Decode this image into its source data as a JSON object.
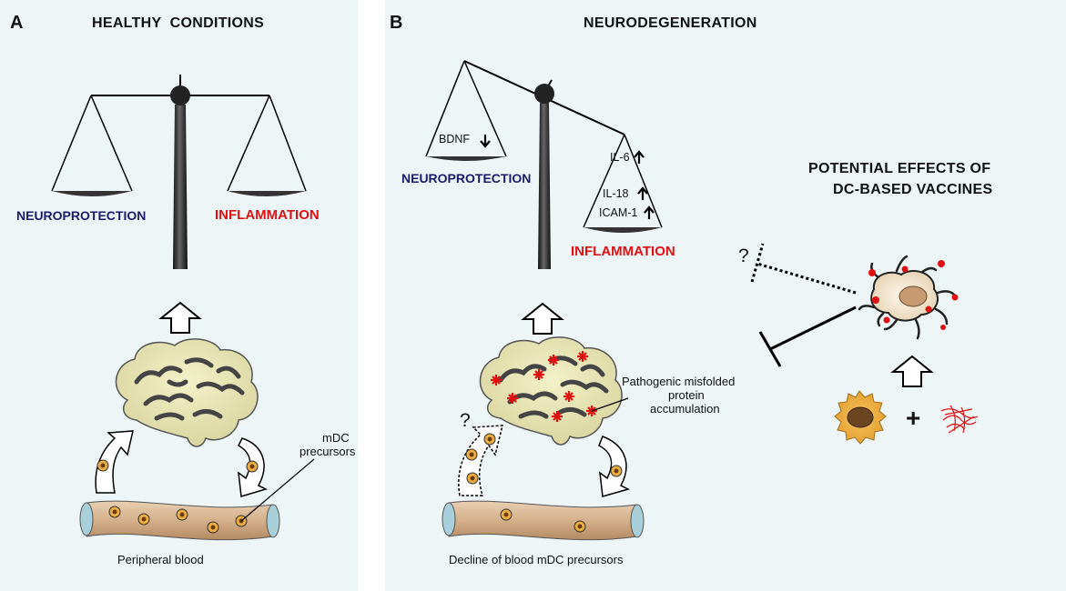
{
  "panel_a": {
    "letter": "A",
    "title": "HEALTHY  CONDITIONS",
    "neuroprotection": "NEUROPROTECTION",
    "inflammation": "INFLAMMATION",
    "mdc_label_line1": "mDC",
    "mdc_label_line2": "precursors",
    "blood_label": "Peripheral blood"
  },
  "panel_b": {
    "letter": "B",
    "title": "NEURODEGENERATION",
    "bdnf": "BDNF",
    "neuroprotection": "NEUROPROTECTION",
    "inflammation": "INFLAMMATION",
    "cytokines": [
      "IL-6",
      "IL-18",
      "ICAM-1"
    ],
    "question_mark": "?",
    "misfolded_line1": "Pathogenic misfolded",
    "misfolded_line2": "protein",
    "misfolded_line3": "accumulation",
    "blood_label": "Decline of blood mDC precursors",
    "vaccine_title_line1": "POTENTIAL EFFECTS OF",
    "vaccine_title_line2": "DC-BASED VACCINES",
    "vaccine_question": "?",
    "plus": "+"
  },
  "colors": {
    "panel_bg": "#eef5f7",
    "neuroprotection": "#1a1a6e",
    "inflammation": "#e01010",
    "brain": "#e8e6b4",
    "vessel": "#d9b896",
    "protein": "#e01010"
  }
}
